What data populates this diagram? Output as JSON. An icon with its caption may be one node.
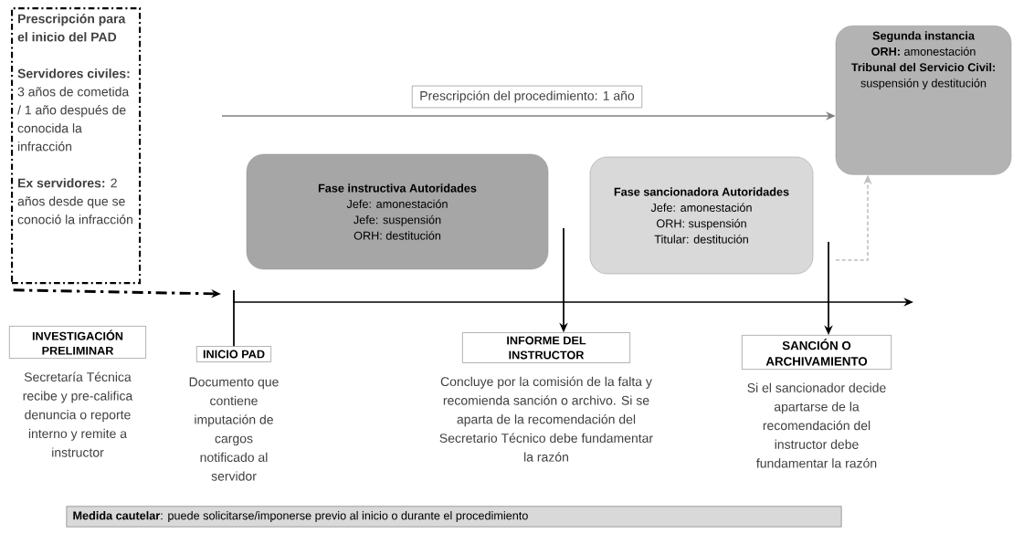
{
  "diagram": {
    "nodes": [
      {
        "text": [
          "Prescripción para el inicio del PAD",
          "**Servidores civiles:** 3 años de cometida / 1 año después de conocida la infracción",
          "**Ex servidores:** 2 años desde que se conoció la infracción"
        ]
      },
      {
        "text": [
          "Fase instructiva Autoridades",
          "Jefe: amonestación",
          "Jefe: suspensión",
          "ORH: destitución"
        ]
      },
      {
        "text": [
          "Fase sancionadora Autoridades",
          "Jefe: amonestación",
          "ORH: suspensión",
          "Titular: destitución"
        ]
      },
      {
        "text": [
          "Segunda instancia",
          "**ORH:** amonestación",
          "**Tribunal del Servicio Civil:** suspensión y destitución"
        ]
      },
      {
        "text": [
          "INVESTIGACIÓN PRELIMINAR"
        ],
        "beside": [
          "Secretaría Técnica recibe y pre-califica denuncia o reporte interno y remite a instructor"
        ]
      },
      {
        "text": [
          "INICIO PAD"
        ],
        "beside": [
          "Documento que contiene imputación de cargos notificado al servidor"
        ]
      },
      {
        "text": [
          "INFORME DEL INSTRUCTOR"
        ],
        "beside": [
          "Concluye por la comisión de la falta y recomienda sanción o archivo. Si se aparta de la recomendación del Secretario Técnico debe fundamentar la razón"
        ]
      },
      {
        "text": [
          "SANCIÓN O ARCHIVAMIENTO"
        ],
        "beside": [
          "Si el sancionador decide apartarse de la recomendación del instructor debe fundamentar la razón"
        ]
      },
      {
        "text": [
          "**Medida cautelar**: puede solicitarse/imponerse previo al inicio o durante el procedimiento"
        ]
      }
    ],
    "edges": [
      {
        "from": 0,
        "to": null,
        "arrow": "to",
        "style": "dashed"
      },
      {
        "from": null,
        "to": 3,
        "arrow": "to",
        "label": "Prescripción del procedimiento: 1 año",
        "color": "#7f7f7f"
      },
      {
        "from": null,
        "to": 6,
        "arrow": "to"
      },
      {
        "from": null,
        "to": 7,
        "arrow": "to"
      },
      {
        "from": null,
        "to": 3,
        "arrow": "to",
        "style": "dashed",
        "color": "#bfbfbf"
      },
      {
        "from": 5,
        "to": null,
        "arrow": "to"
      }
    ]
  }
}
